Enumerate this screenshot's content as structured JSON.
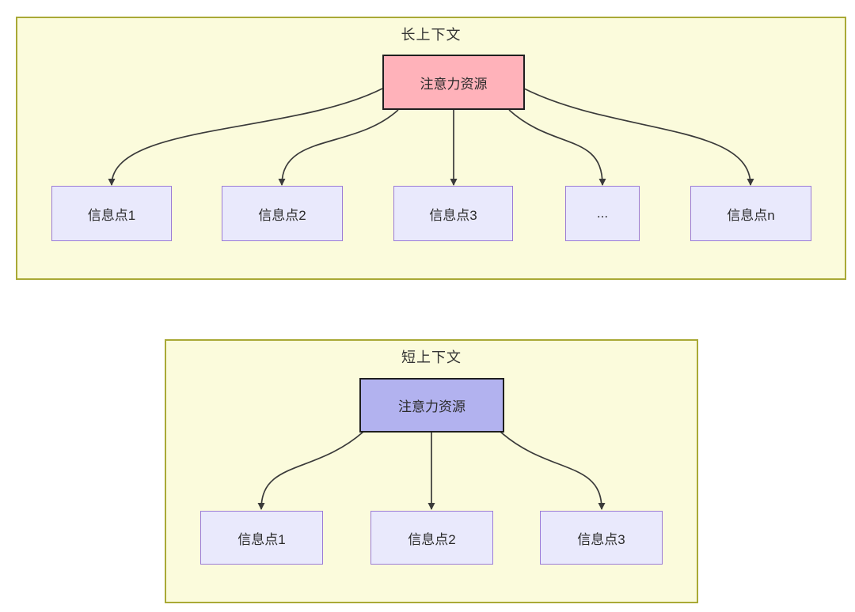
{
  "sections": {
    "long_context": {
      "title": "长上下文",
      "attention_label": "注意力资源",
      "nodes": [
        "信息点1",
        "信息点2",
        "信息点3",
        "...",
        "信息点n"
      ]
    },
    "short_context": {
      "title": "短上下文",
      "attention_label": "注意力资源",
      "nodes": [
        "信息点1",
        "信息点2",
        "信息点3"
      ]
    }
  },
  "colors": {
    "panel_background": "#fbfbdc",
    "panel_border": "#a9a936",
    "attention_long_background": "#ffb2ba",
    "attention_short_background": "#b2b2ef",
    "attention_border": "#1f1f1f",
    "node_background": "#e9e9fc",
    "node_border": "#9b7bd6",
    "arrow": "#3a3a3a",
    "text": "#2b2b2b"
  }
}
